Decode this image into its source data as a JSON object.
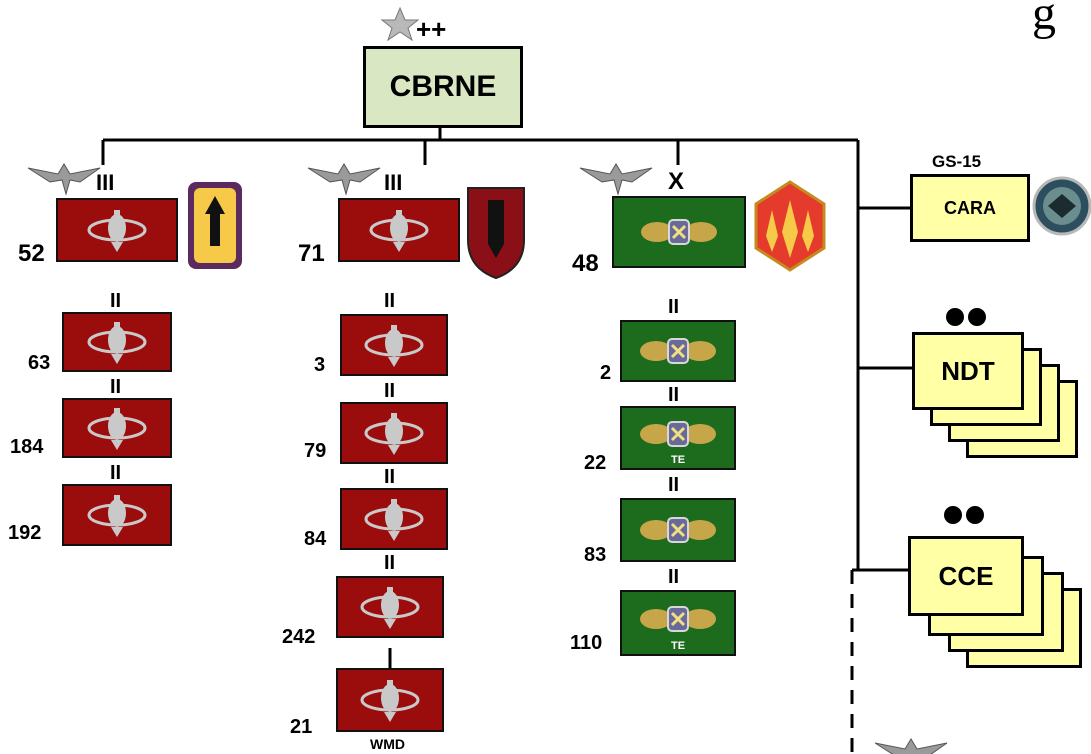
{
  "header": {
    "partial_title": "g"
  },
  "hq": {
    "label": "CBRNE",
    "rank": "++"
  },
  "columns": [
    {
      "echelon": "III",
      "number": "52",
      "subunits": [
        {
          "echelon": "II",
          "number": "63"
        },
        {
          "echelon": "II",
          "number": "184"
        },
        {
          "echelon": "II",
          "number": "192"
        }
      ]
    },
    {
      "echelon": "III",
      "number": "71",
      "subunits": [
        {
          "echelon": "II",
          "number": "3"
        },
        {
          "echelon": "II",
          "number": "79"
        },
        {
          "echelon": "II",
          "number": "84"
        },
        {
          "echelon": "II",
          "number": "242"
        },
        {
          "echelon": "I",
          "number": "21",
          "caption": "WMD"
        }
      ]
    },
    {
      "echelon": "X",
      "number": "48",
      "subunits": [
        {
          "echelon": "II",
          "number": "2"
        },
        {
          "echelon": "II",
          "number": "22",
          "caption": "TE"
        },
        {
          "echelon": "II",
          "number": "83"
        },
        {
          "echelon": "II",
          "number": "110",
          "caption": "TE"
        }
      ]
    }
  ],
  "right_units": {
    "cara": {
      "label": "CARA",
      "grade": "GS-15"
    },
    "ndt": {
      "label": "NDT"
    },
    "cce": {
      "label": "CCE"
    }
  },
  "colors": {
    "eod_red": "#9b0d0d",
    "chem_green": "#1d6b1d",
    "hq_fill": "#d9e8c3",
    "team_fill": "#ffffa6"
  }
}
